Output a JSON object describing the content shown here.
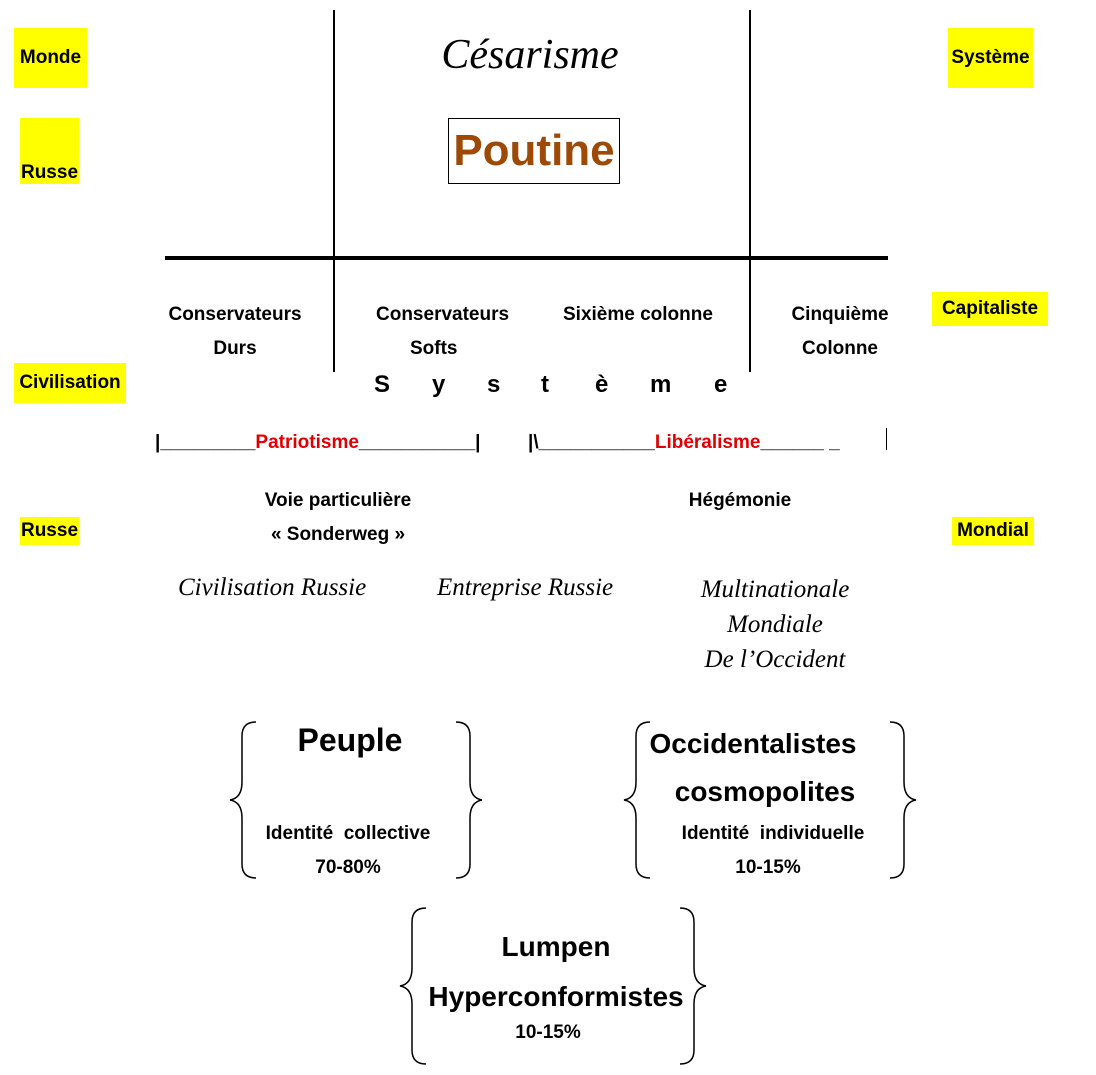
{
  "side_labels": {
    "monde": "Monde",
    "systeme": "Système",
    "russe_top": "Russe",
    "capitaliste": "Capitaliste",
    "civilisation": "Civilisation",
    "russe_bottom": "Russe",
    "mondial": "Mondial"
  },
  "header": {
    "title": "Césarisme",
    "leader": "Poutine",
    "accent_color": "#9c4a06"
  },
  "columns": {
    "col1_line1": "Conservateurs",
    "col1_line2": "Durs",
    "col2_line1": "Conservateurs",
    "col2_line2": "Softs",
    "col3_line1": "Sixième colonne",
    "col4_line1": "Cinquième",
    "col4_line2": "Colonne"
  },
  "system_letters": [
    "S",
    "y",
    "s",
    "t",
    "è",
    "m",
    "e"
  ],
  "axis": {
    "left_prefix": "|_________",
    "left_label": "Patriotisme",
    "left_suffix": "___________|",
    "right_prefix": "|\\___________",
    "right_label": "Libéralisme",
    "right_suffix": "______ _",
    "label_color": "#e00000"
  },
  "paths": {
    "left_line1": "Voie particulière",
    "left_line2": "« Sonderweg »",
    "right_line1": "Hégémonie"
  },
  "entities": {
    "civ_russie": "Civilisation Russie",
    "entreprise_russie": "Entreprise Russie",
    "multi_line1": "Multinationale",
    "multi_line2": "Mondiale",
    "multi_line3": "De l’Occident"
  },
  "groups": {
    "peuple": {
      "title": "Peuple",
      "identity": "Identité  collective",
      "percent": "70-80%"
    },
    "occidentalistes": {
      "title_line1": "Occidentalistes",
      "title_line2": "cosmopolites",
      "identity": "Identité  individuelle",
      "percent": "10-15%"
    },
    "lumpen": {
      "title_line1": "Lumpen",
      "title_line2": "Hyperconformistes",
      "percent": "10-15%"
    }
  }
}
